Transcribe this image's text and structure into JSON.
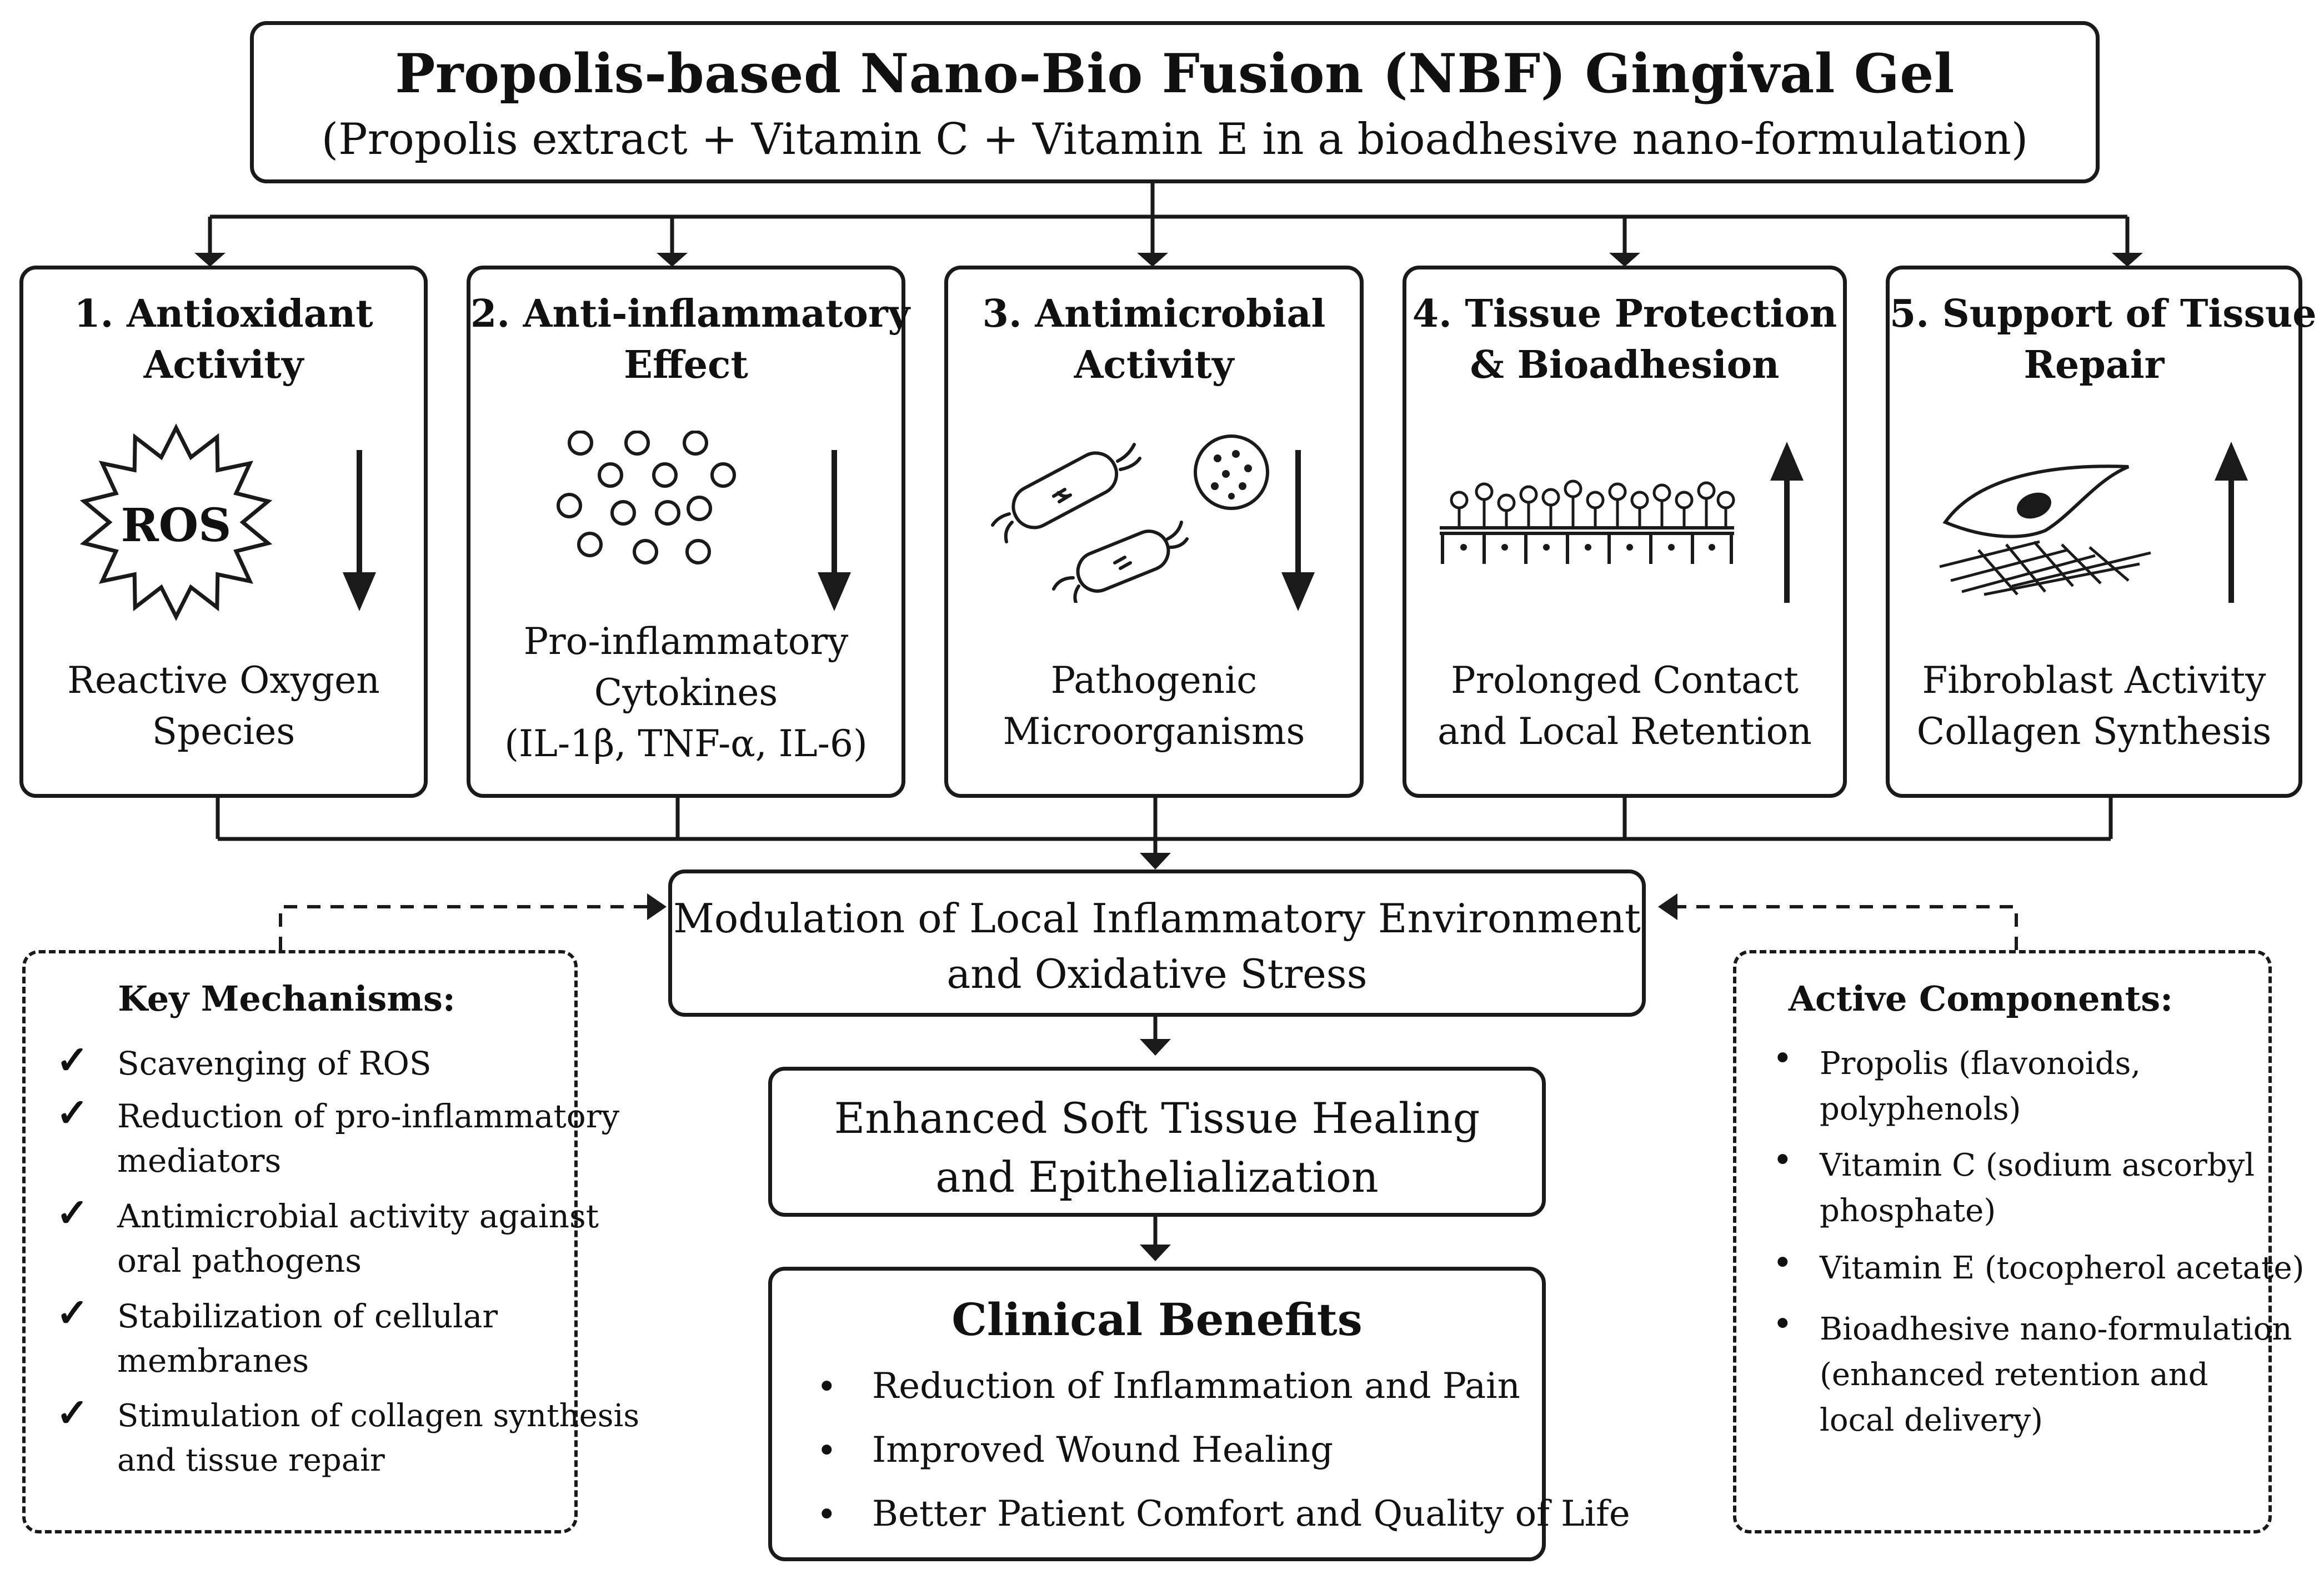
{
  "header": {
    "title": "Propolis-based Nano-Bio Fusion (NBF) Gingival Gel",
    "subtitle": "(Propolis extract + Vitamin C + Vitamin E in a bioadhesive nano-formulation)"
  },
  "effects": [
    {
      "heading": [
        "1. Antioxidant",
        "Activity"
      ],
      "icon_label": "ROS",
      "icon": "starburst-icon",
      "trend": "decrease",
      "description": [
        "Reactive Oxygen",
        "Species"
      ]
    },
    {
      "heading": [
        "2. Anti-inflammatory",
        "Effect"
      ],
      "icon": "cytokine-particles-icon",
      "trend": "decrease",
      "description": [
        "Pro-inflammatory",
        "Cytokines",
        "(IL-1β, TNF-α, IL-6)"
      ]
    },
    {
      "heading": [
        "3. Antimicrobial",
        "Activity"
      ],
      "icon": "bacteria-icon",
      "trend": "decrease",
      "description": [
        "Pathogenic",
        "Microorganisms"
      ]
    },
    {
      "heading": [
        "4. Tissue Protection",
        "& Bioadhesion"
      ],
      "icon": "mucosa-adhesion-icon",
      "trend": "increase",
      "description": [
        "Prolonged Contact",
        "and Local Retention"
      ]
    },
    {
      "heading": [
        "5. Support of Tissue",
        "Repair"
      ],
      "icon": "fibroblast-icon",
      "trend": "increase",
      "description": [
        "Fibroblast Activity",
        "Collagen Synthesis"
      ]
    }
  ],
  "modulation": [
    "Modulation of Local Inflammatory Environment",
    "and Oxidative Stress"
  ],
  "healing": [
    "Enhanced Soft Tissue Healing",
    "and Epithelialization"
  ],
  "benefits": {
    "title": "Clinical Benefits",
    "items": [
      "Reduction of Inflammation and Pain",
      "Improved Wound Healing",
      "Better Patient Comfort and Quality of Life"
    ]
  },
  "mechanisms": {
    "title": "Key Mechanisms:",
    "items": [
      [
        "Scavenging of ROS"
      ],
      [
        "Reduction of pro-inflammatory",
        "mediators"
      ],
      [
        "Antimicrobial activity against",
        "oral pathogens"
      ],
      [
        "Stabilization of cellular",
        "membranes"
      ],
      [
        "Stimulation of collagen synthesis",
        "and tissue repair"
      ]
    ]
  },
  "components": {
    "title": "Active Components:",
    "items": [
      [
        "Propolis (flavonoids,",
        "polyphenols)"
      ],
      [
        "Vitamin C (sodium ascorbyl",
        "phosphate)"
      ],
      [
        "Vitamin E (tocopherol acetate)"
      ],
      [
        "Bioadhesive nano-formulation",
        "(enhanced retention and",
        "local delivery)"
      ]
    ]
  },
  "glyphs": {
    "check": "✓",
    "bullet": "•"
  }
}
